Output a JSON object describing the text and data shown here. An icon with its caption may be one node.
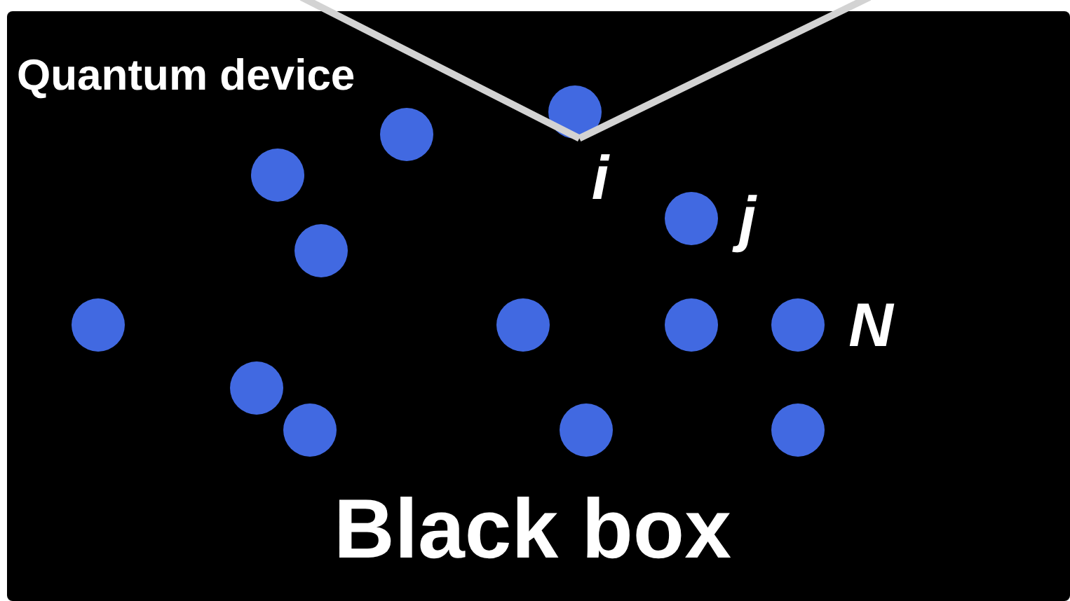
{
  "diagram": {
    "nodes": [
      {
        "text": [
          "Quantum device",
          "Black box"
        ]
      },
      {
        "text": [],
        "shape": "circle",
        "in": 0,
        "beside": [
          "i"
        ]
      },
      {
        "text": [],
        "shape": "circle",
        "in": 0
      },
      {
        "text": [],
        "shape": "circle",
        "in": 0
      },
      {
        "text": [],
        "shape": "circle",
        "in": 0,
        "beside": [
          "j"
        ]
      },
      {
        "text": [],
        "shape": "circle",
        "in": 0
      },
      {
        "text": [],
        "shape": "circle",
        "in": 0
      },
      {
        "text": [],
        "shape": "circle",
        "in": 0
      },
      {
        "text": [],
        "shape": "circle",
        "in": 0
      },
      {
        "text": [],
        "shape": "circle",
        "in": 0,
        "beside": [
          "N"
        ]
      },
      {
        "text": [],
        "shape": "circle",
        "in": 0
      },
      {
        "text": [],
        "shape": "circle",
        "in": 0
      },
      {
        "text": [],
        "shape": "circle",
        "in": 0
      },
      {
        "text": [],
        "shape": "circle",
        "in": 0
      }
    ],
    "edges": [
      {
        "from": null,
        "to": 1,
        "arrow": "none"
      },
      {
        "from": null,
        "to": 1,
        "arrow": "none"
      }
    ]
  }
}
